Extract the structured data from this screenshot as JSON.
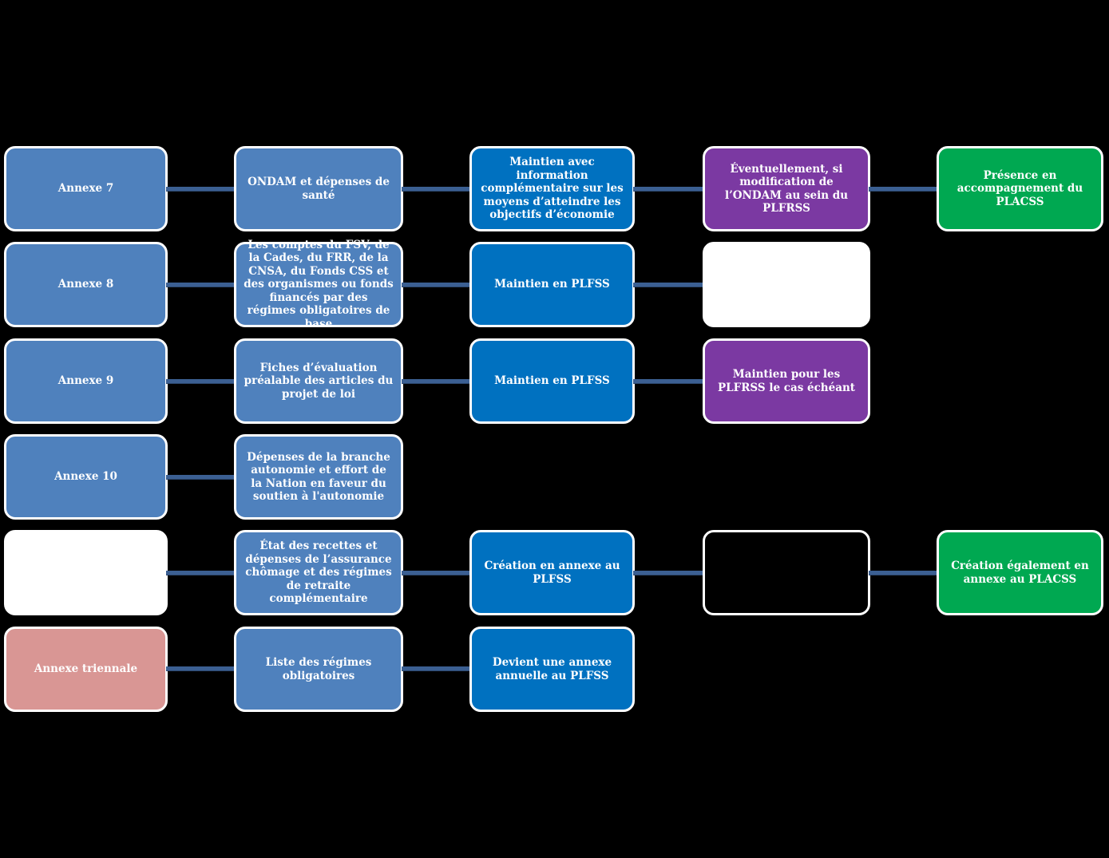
{
  "diagram": {
    "background_color": "#000000",
    "connector_color": "#3b5f92",
    "palette": {
      "annexe_blue": "#4f81bd",
      "action_blue": "#0071c0",
      "purple": "#7b39a2",
      "green": "#00a851",
      "pink": "#d99694",
      "white": "#ffffff",
      "black": "#000000"
    },
    "nodes": {
      "r1c1": {
        "label": "Annexe 7"
      },
      "r1c2": {
        "label": "ONDAM et dépenses de santé"
      },
      "r1c3": {
        "label": "Maintien  avec information complémentaire sur les moyens d’atteindre les objectifs d’économie"
      },
      "r1c4": {
        "label": "Éventuellement, si modification de l’ONDAM au sein du PLFRSS"
      },
      "r1c5": {
        "label": "Présence en accompagnement du PLACSS"
      },
      "r2c1": {
        "label": "Annexe 8"
      },
      "r2c2": {
        "label": "Les comptes du FSV, de la Cades, du FRR, de la CNSA, du Fonds CSS et des organismes ou fonds financés par des régimes obligatoires de base"
      },
      "r2c3": {
        "label": "Maintien en PLFSS"
      },
      "r2c4": {
        "label": ""
      },
      "r3c1": {
        "label": "Annexe 9"
      },
      "r3c2": {
        "label": "Fiches d’évaluation préalable des articles du projet de loi"
      },
      "r3c3": {
        "label": "Maintien en PLFSS"
      },
      "r3c4": {
        "label": "Maintien pour les PLFRSS le cas échéant"
      },
      "r4c1": {
        "label": "Annexe 10"
      },
      "r4c2": {
        "label": "Dépenses de la branche autonomie et effort de la Nation en faveur du soutien à l'autonomie"
      },
      "r5c1": {
        "label": ""
      },
      "r5c2": {
        "label": "État des recettes et dépenses de l’assurance chômage et des régimes de retraite complémentaire"
      },
      "r5c3": {
        "label": "Création en annexe au PLFSS"
      },
      "r5c4": {
        "label": ""
      },
      "r5c5": {
        "label": "Création également en annexe au PLACSS"
      },
      "r6c1": {
        "label": "Annexe triennale"
      },
      "r6c2": {
        "label": "Liste des régimes obligatoires"
      },
      "r6c3": {
        "label": "Devient une annexe annuelle au PLFSS"
      }
    }
  }
}
